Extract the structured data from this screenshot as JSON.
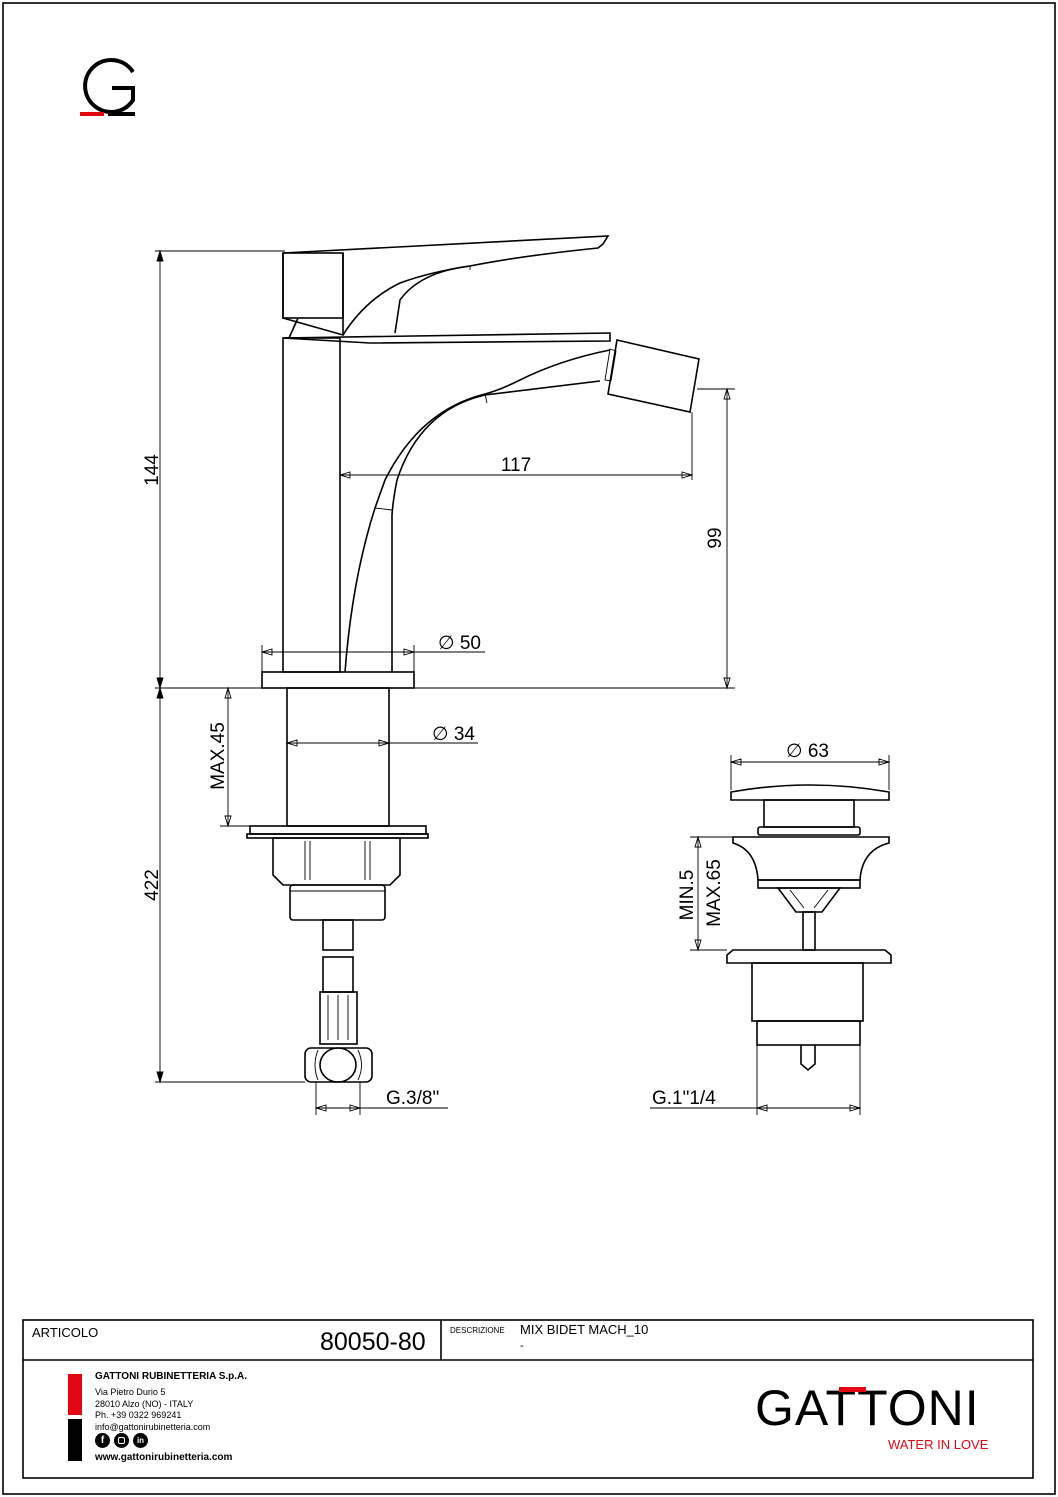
{
  "drawing": {
    "dimensions": {
      "height_total": "144",
      "spout_reach": "117",
      "spout_height": "99",
      "base_diameter": "∅ 50",
      "shank_diameter": "∅ 34",
      "max_deck_thickness": "MAX.45",
      "hose_length": "422",
      "hose_thread": "G.3/8\"",
      "drain_cap_diameter": "∅ 63",
      "drain_min": "MIN.5",
      "drain_max": "MAX.65",
      "drain_thread": "G.1\"1/4"
    }
  },
  "title_block": {
    "articolo_label": "ARTICOLO",
    "article_code": "80050-80",
    "descrizione_label": "DESCRIZIONE",
    "description": "MIX BIDET MACH_10",
    "description_line2": "-",
    "company": {
      "name": "GATTONI RUBINETTERIA S.p.A.",
      "address1": "Via Pietro Durio 5",
      "address2": "28010 Alzo (NO) - ITALY",
      "phone": "Ph. +39 0322 969241",
      "email": "info@gattonirubinetteria.com",
      "social": [
        "facebook-icon",
        "instagram-icon",
        "linkedin-icon"
      ],
      "website": "www.gattonirubinetteria.com"
    },
    "brand_logo": "GATTONI",
    "tagline": "WATER IN LOVE"
  },
  "colors": {
    "brand_red": "#e30613",
    "ink": "#000000"
  }
}
